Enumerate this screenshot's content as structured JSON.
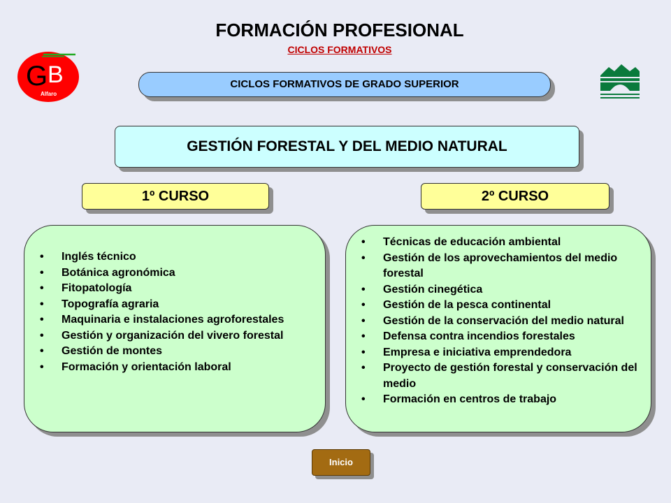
{
  "header": {
    "title": "FORMACIÓN PROFESIONAL",
    "subtitle": "CICLOS FORMATIVOS"
  },
  "logos": {
    "left": {
      "letters": "GB",
      "text": "Alfaro",
      "color": "#ff0000"
    },
    "right": {
      "icon": "mountains-bridge-logo",
      "color": "#0a7a3c"
    }
  },
  "grade": {
    "label": "CICLOS FORMATIVOS DE GRADO SUPERIOR"
  },
  "cycle": {
    "label": "GESTIÓN FORESTAL Y DEL MEDIO NATURAL"
  },
  "courses": [
    {
      "label": "1º CURSO",
      "subjects": [
        "Inglés técnico",
        "Botánica agronómica",
        "Fitopatología",
        "Topografía agraria",
        "Maquinaria e instalaciones agroforestales",
        "Gestión y organización del vivero forestal",
        "Gestión de montes",
        "Formación y orientación laboral"
      ]
    },
    {
      "label": "2º CURSO",
      "subjects": [
        "Técnicas de educación ambiental",
        "Gestión de los aprovechamientos del medio forestal",
        "Gestión cinegética",
        "Gestión de la pesca continental",
        "Gestión de la conservación del medio natural",
        "Defensa contra incendios forestales",
        "Empresa e iniciativa emprendedora",
        "Proyecto de gestión forestal y conservación del medio",
        "Formación en centros de trabajo"
      ]
    }
  ],
  "nav": {
    "home_label": "Inicio"
  }
}
